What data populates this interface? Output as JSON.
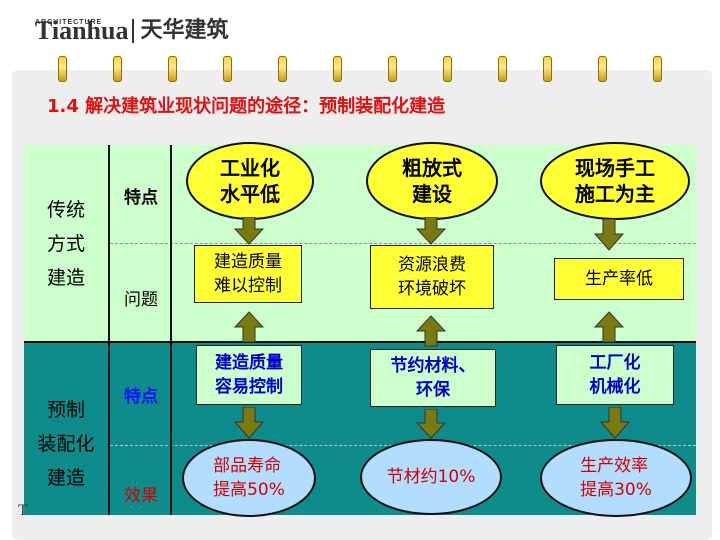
{
  "logo": {
    "small": "ARCHITECTURE",
    "en": "Tianhua",
    "cn": "天华建筑"
  },
  "title": "1.4 解决建筑业现状问题的途径：预制装配化建造",
  "rows": {
    "traditional": [
      "传统",
      "方式",
      "建造"
    ],
    "prefab": [
      "预制",
      "装配化",
      "建造"
    ]
  },
  "sublabels": {
    "features_top": "特点",
    "problems": "问题",
    "features_bottom": "特点",
    "effects": "效果"
  },
  "traditional_features": [
    [
      "工业化",
      "水平低"
    ],
    [
      "粗放式",
      "建设"
    ],
    [
      "现场手工",
      "施工为主"
    ]
  ],
  "problems": [
    [
      "建造质量",
      "难以控制"
    ],
    [
      "资源浪费",
      "环境破坏"
    ],
    [
      "生产率低"
    ]
  ],
  "prefab_features": [
    [
      "建造质量",
      "容易控制"
    ],
    [
      "节约材料、",
      "环保"
    ],
    [
      "工厂化",
      "机械化"
    ]
  ],
  "effects": [
    [
      "部品寿命",
      "提高50%"
    ],
    [
      "节材约10%"
    ],
    [
      "生产效率",
      "提高30%"
    ]
  ],
  "footer_letter": "T",
  "colors": {
    "title": "#e01010",
    "top_band": "#ccffcc",
    "bottom_band": "#0e8b8b",
    "yellow": "#ffff33",
    "light_blue": "#b3ddff",
    "arrow": "#7a7a10",
    "effect_text": "#d40000",
    "prefab_feature_text": "#0000cc"
  }
}
